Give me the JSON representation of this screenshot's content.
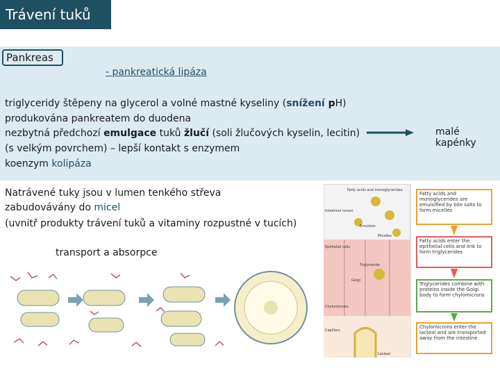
{
  "title": "Trávení tuků",
  "pankreas_label": "Pankreas",
  "lipase": "- pankreatická lipáza",
  "lines": {
    "l1a": "triglyceridy štěpeny na glycerol a volné mastné kyseliny (",
    "l1b": "snížení",
    "l1c": " p",
    "l1d": "H)",
    "l2": "produkována pankreatem do duodena",
    "l3a": "nezbytná předchozí ",
    "l3b": "emulgace",
    "l3c": " tuků ",
    "l3d": "žlučí",
    "l3e": " (soli žlučových kyselin, lecitin)",
    "l4": "(s velkým povrchem) – lepší kontakt s enzymem",
    "l5a": "koenzym ",
    "l5b": "kolipáza"
  },
  "right_note": "malé kapénky",
  "lower": {
    "l1": "Natrávené tuky jsou v lumen tenkého střeva",
    "l2a": " zabudovávány do ",
    "l2b": "micel",
    "l3": " (uvnitř produkty trávení tuků a vitaminy rozpustné v tucích)",
    "transport": "transport a absorpce"
  },
  "diagram": {
    "lumen1": "Fatty acids and monoglycerides",
    "lumen2": "Emulsion",
    "lumen3": "Micelles",
    "intestinal": "Intestinal lumen",
    "epi": "Epithelial cells",
    "trig": "Triglyceride",
    "golgi": "Golgi",
    "chylo": "Chylomicrons",
    "capillary": "Capillary",
    "lacteal": "Lacteal",
    "step1": "Fatty acids and monoglycerides are emulsified by bile salts to form micelles",
    "step2": "Fatty acids enter the epithelial cells and link to form triglycerides",
    "step3": "Triglycerides combine with proteins inside the Golgi body to form chylomicrons",
    "step4": "Chylomicrons enter the lacteal and are transported away from the intestine"
  },
  "colors": {
    "accent": "#1f4f63",
    "band": "#dcebf2"
  }
}
